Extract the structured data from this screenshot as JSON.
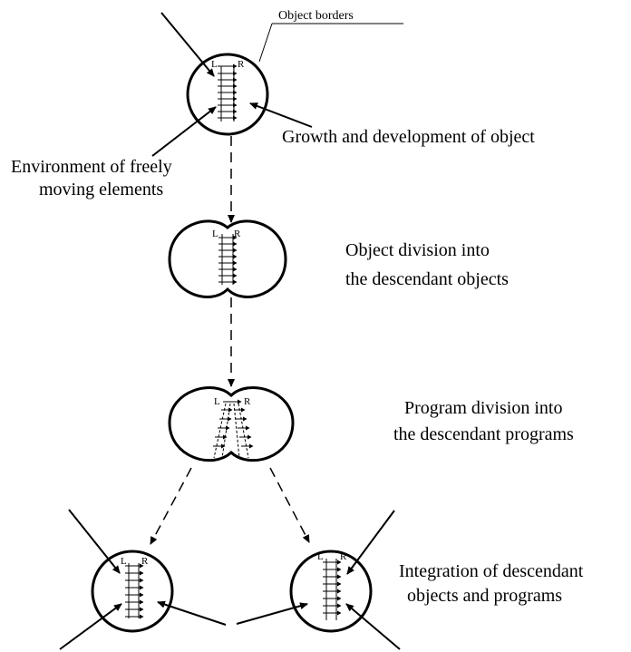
{
  "labels": {
    "object_borders": "Object borders",
    "growth": "Growth and development of object",
    "environment_line1": "Environment of freely",
    "environment_line2": "moving elements",
    "division_line1": "Object division into",
    "division_line2": "the descendant objects",
    "program_line1": "Program division into",
    "program_line2": "the descendant programs",
    "integration_line1": "Integration of descendant",
    "integration_line2": "objects and programs",
    "strand_left": "L",
    "strand_right": "R"
  }
}
